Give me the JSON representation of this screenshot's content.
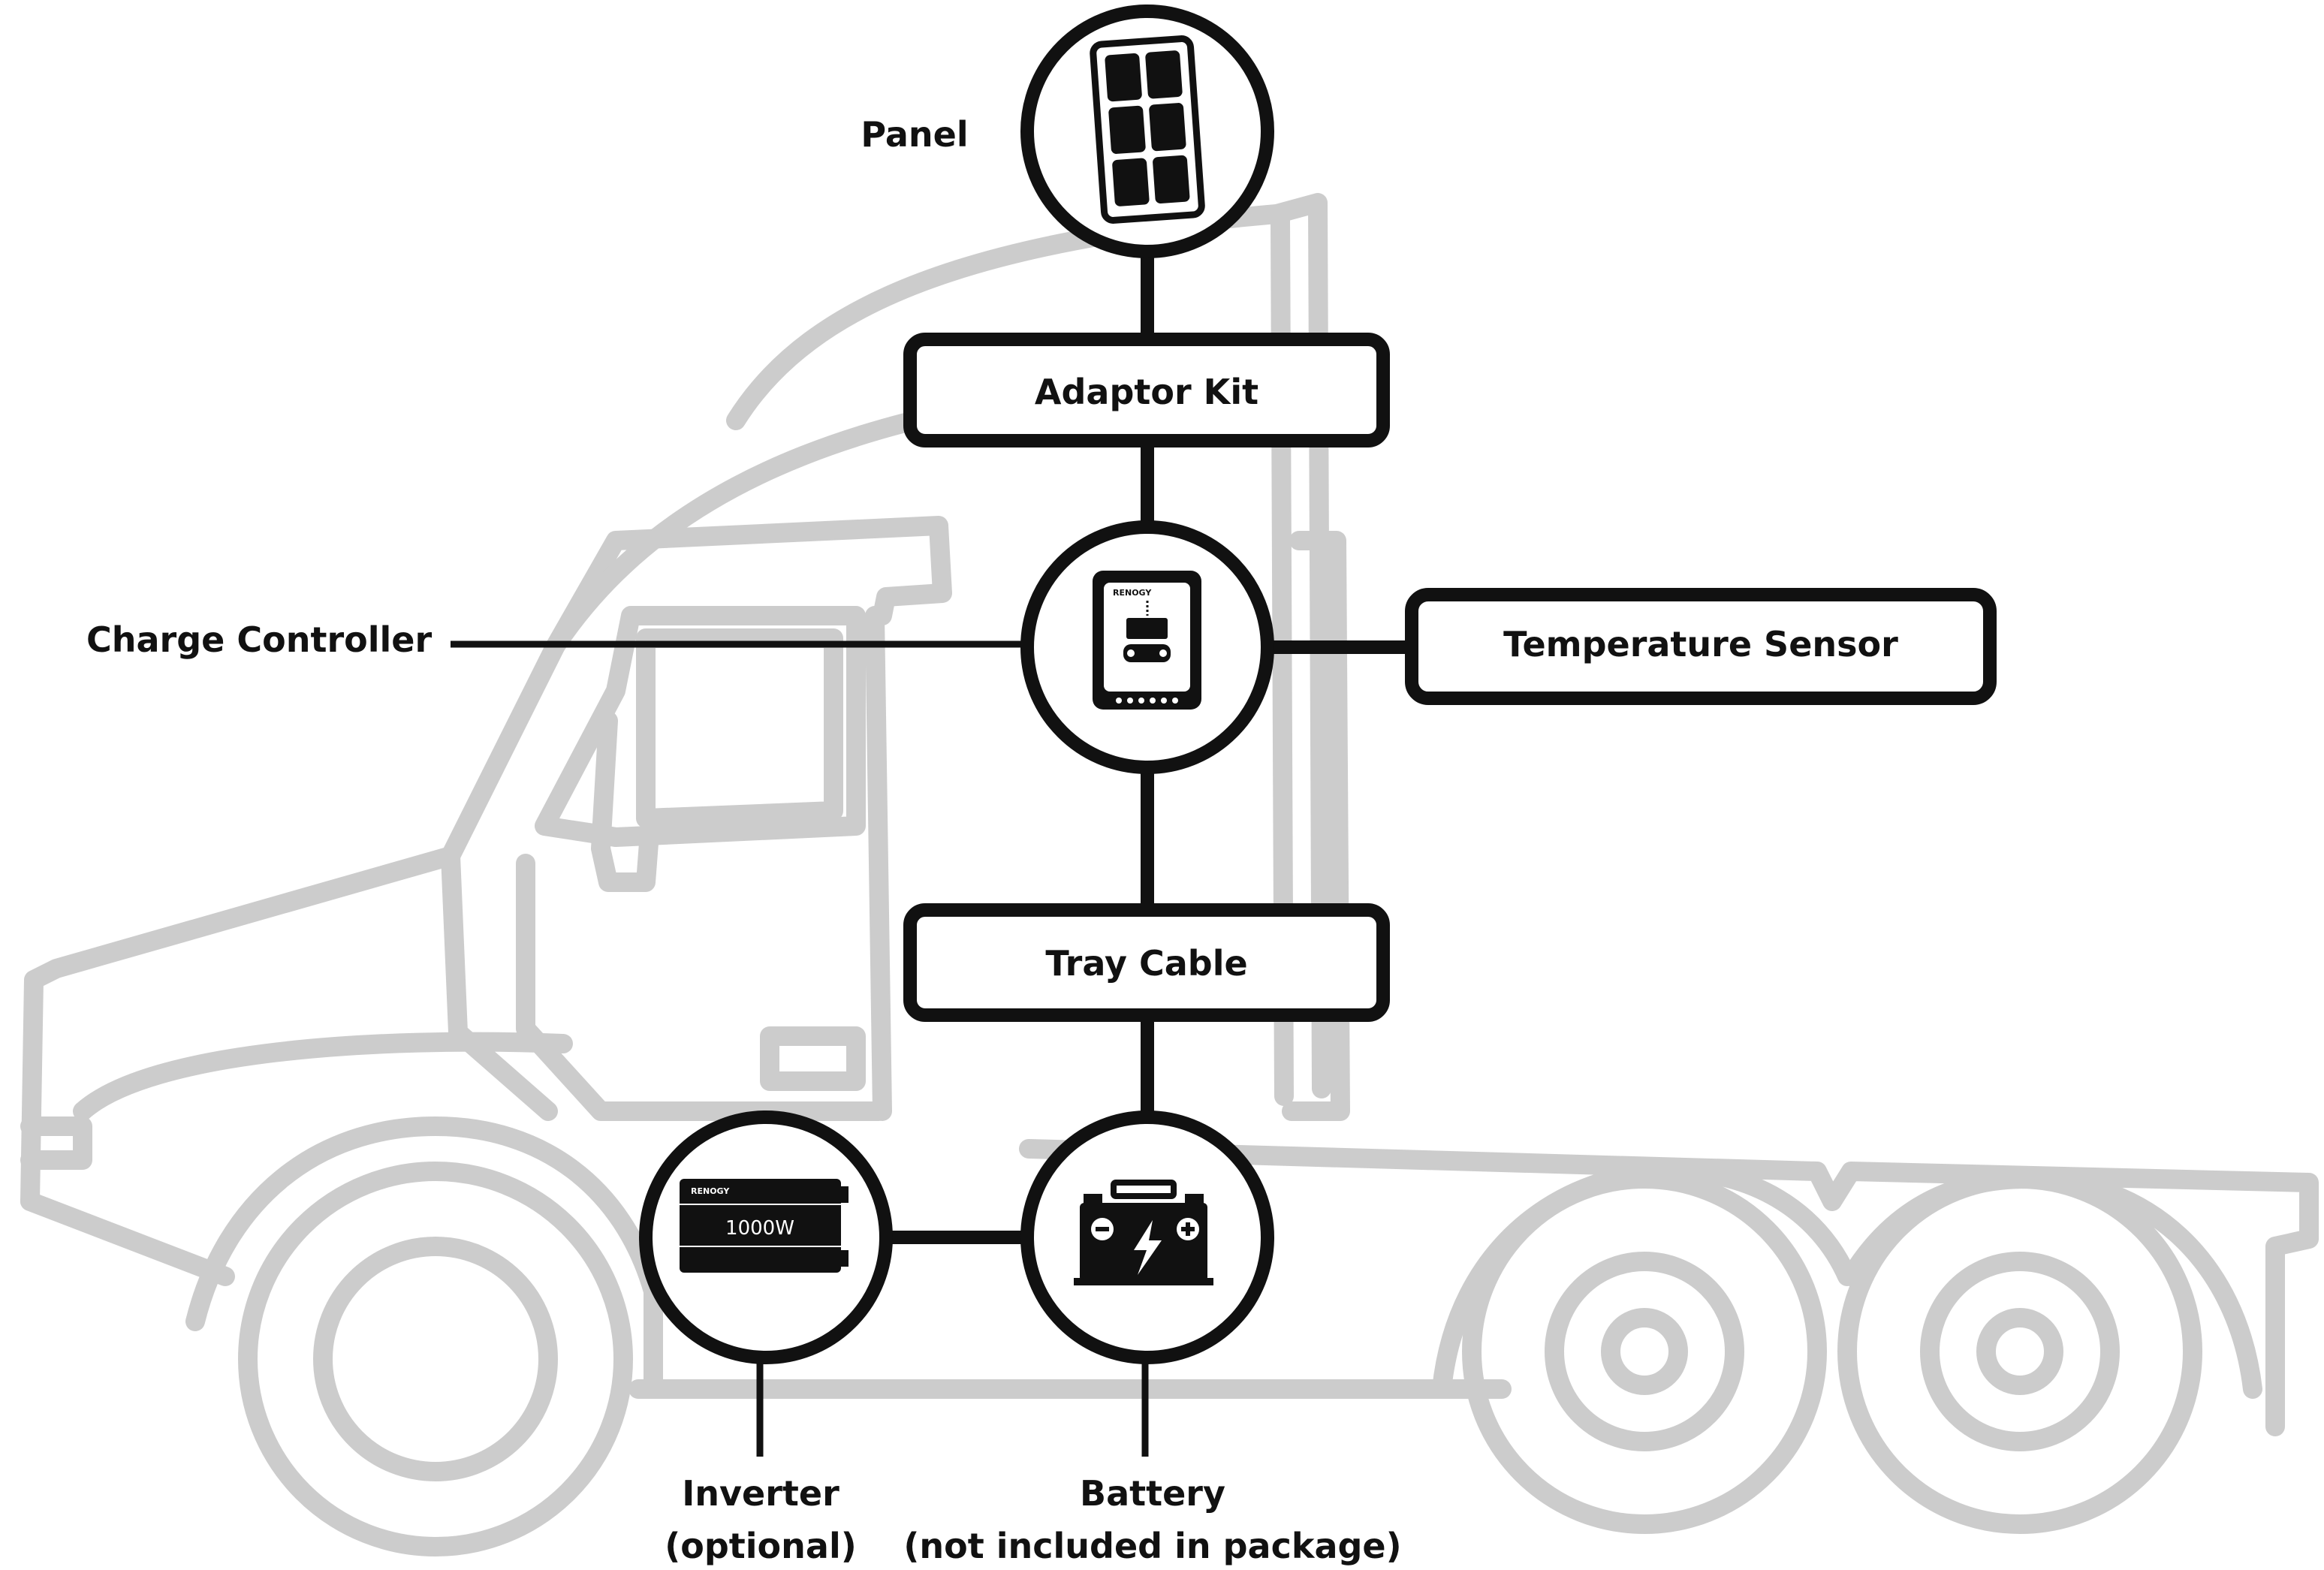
{
  "nodes": {
    "panel": {
      "label": "Panel"
    },
    "adaptor_kit": {
      "label": "Adaptor Kit"
    },
    "charge_controller": {
      "label": "Charge Controller",
      "brand": "RENOGY"
    },
    "temperature_sensor": {
      "label": "Temperature Sensor"
    },
    "tray_cable": {
      "label": "Tray Cable"
    },
    "inverter": {
      "label_line1": "Inverter",
      "label_line2": "(optional)",
      "brand": "RENOGY",
      "rating": "1000W"
    },
    "battery": {
      "label_line1": "Battery",
      "label_line2": "(not included in package)"
    }
  },
  "colors": {
    "outline": "#111111",
    "truck": "#cccccc",
    "background": "#ffffff"
  }
}
